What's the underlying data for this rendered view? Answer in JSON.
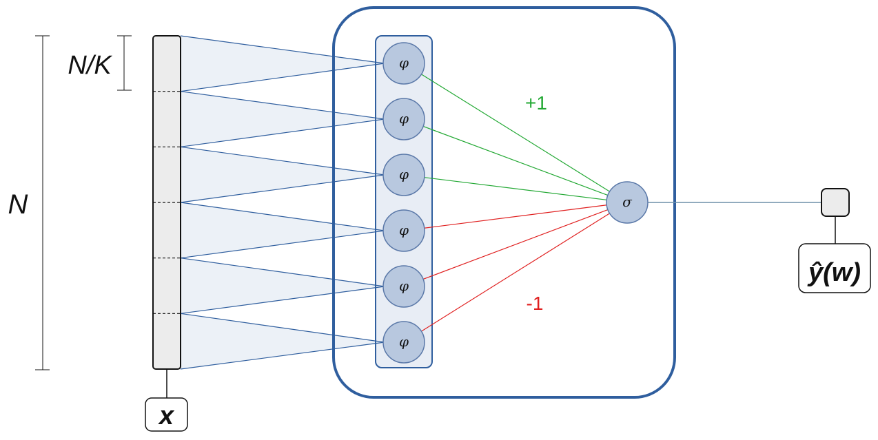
{
  "labels": {
    "n_total": "N",
    "n_per_group": "N/K",
    "input_vector": "x",
    "output": "ŷ(w)",
    "positive_weight": "+1",
    "negative_weight": "-1"
  },
  "nodes": {
    "hidden_symbol": "φ",
    "hidden_count": 6,
    "output_symbol": "σ"
  },
  "connections": {
    "output_weights": [
      1,
      1,
      1,
      -1,
      -1,
      -1
    ]
  },
  "colors": {
    "node_fill": "#b8c8df",
    "node_stroke": "#5a78a8",
    "box_stroke": "#2f5e9e",
    "column_fill": "#e4eaf3",
    "input_lines": "#2f5e9e",
    "receptive_field_fill": "#dde5f0",
    "positive": "#22a833",
    "negative": "#e02020",
    "output_line": "#6d8fa8",
    "input_bar_fill": "#ececec"
  }
}
